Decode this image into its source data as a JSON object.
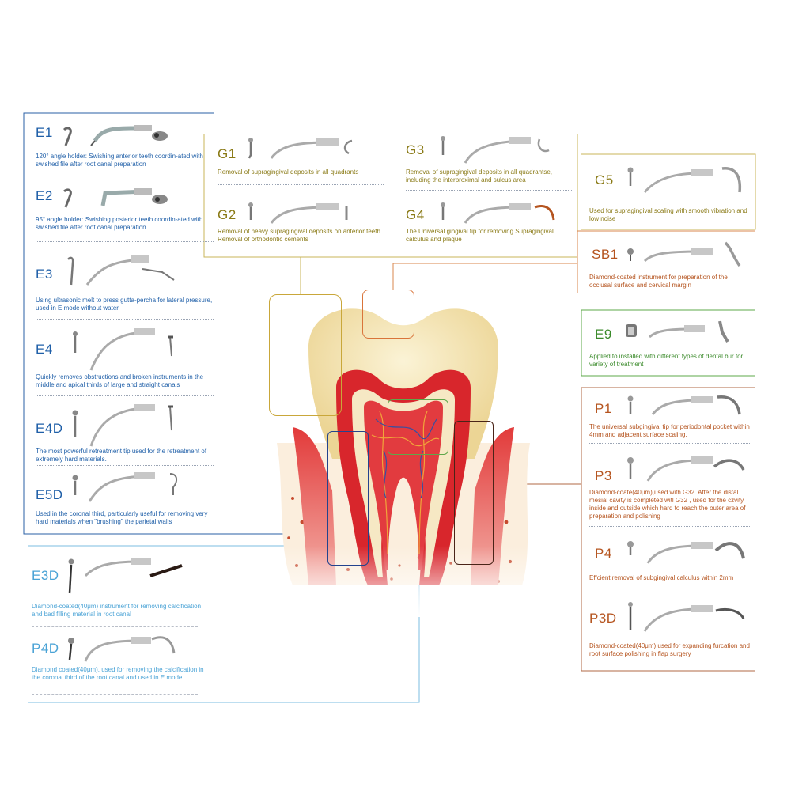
{
  "colors": {
    "blue": "#1f5fa8",
    "light_blue": "#4aa3d6",
    "olive": "#8a7a16",
    "green": "#3a8a2a",
    "rust": "#b5541f",
    "tooth_red": "#d8262c",
    "tooth_cream": "#f3e3b0"
  },
  "left_panel": {
    "tips": [
      {
        "name": "E1",
        "desc": "120° angle holder: Swishing anterior teeth coordin-ated with swished file after root canal preparation"
      },
      {
        "name": "E2",
        "desc": "95° angle holder: Swishing posterior teeth coordin-ated with swished file after root canal preparation"
      },
      {
        "name": "E3",
        "desc": "Using ultrasonic melt to press gutta-percha for lateral pressure, used in E mode without water"
      },
      {
        "name": "E4",
        "desc": "Quickly removes obstructions and broken instruments in the middle and apical thirds of large and straight canals"
      },
      {
        "name": "E4D",
        "desc": "The most powerful retreatment tip used for the retreatment of extremely hard materials."
      },
      {
        "name": "E5D",
        "desc": "Used in the coronal third, particularly useful for removing very hard materials when \"brushing\" the parietal walls"
      }
    ]
  },
  "bottom_left_panel": {
    "tips": [
      {
        "name": "E3D",
        "desc": "Diamond-coated(40μm) instrument for removing calcification and bad filling material in root canal"
      },
      {
        "name": "P4D",
        "desc": "Diamond coated(40μm), used for removing the calcification in the coronal third of the root canal and used in E mode"
      }
    ]
  },
  "top_center_panel": {
    "tips": [
      {
        "name": "G1",
        "desc": "Removal of supragingival deposits in all quadrants"
      },
      {
        "name": "G2",
        "desc": "Removal of heavy supragingival deposits on anterior teeth. Removal of orthodontic cements"
      },
      {
        "name": "G3",
        "desc": "Removal of supragingival deposits in all quadrantse, including the interproximal and sulcus area"
      },
      {
        "name": "G4",
        "desc": "The Universal gingival tip for removing Supragingival calculus and plaque"
      }
    ]
  },
  "right_panels": {
    "g5": {
      "name": "G5",
      "desc": "Used for supragingival scaling with smooth vibration and low noise"
    },
    "sb1": {
      "name": "SB1",
      "desc": "Diamond-coated instrument for preparation of the occlusal surface and cervical margin"
    },
    "e9": {
      "name": "E9",
      "desc": "Applied to installed with different types of dental bur for variety of treatment"
    },
    "p_tips": [
      {
        "name": "P1",
        "desc": "The universal subgingival tip for periodontal pocket within 4mm and adjacent surface scaling."
      },
      {
        "name": "P3",
        "desc": "Diamond-coate(40μm),used with G32. After the distal mesial cavity is completed witl G32 , used for the czvity inside and outside which hard to reach the outer area of preparation and polishing"
      },
      {
        "name": "P4",
        "desc": "Effcient removal of subgingival calculus within 2mm"
      },
      {
        "name": "P3D",
        "desc": "Diamond-coated(40μm),used for expanding furcation and root surface polishing in flap surgery"
      }
    ]
  }
}
